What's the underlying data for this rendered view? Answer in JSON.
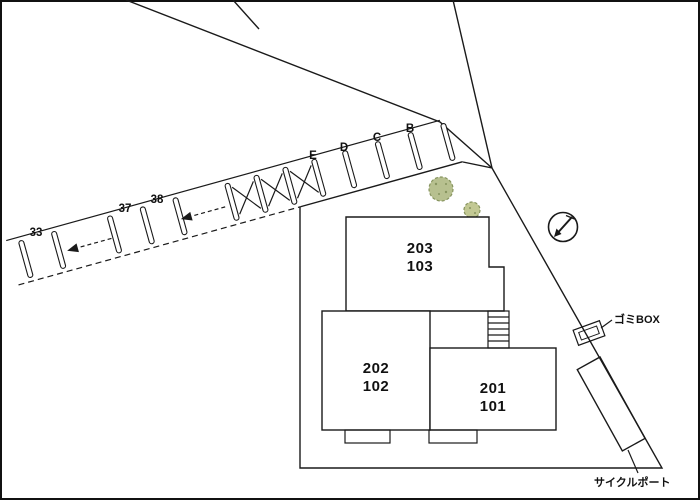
{
  "site_plan": {
    "parking": {
      "numbers": [
        "33",
        "37",
        "38"
      ],
      "letters": [
        "E",
        "D",
        "C",
        "B"
      ]
    },
    "units": [
      {
        "upper": "203",
        "lower": "103"
      },
      {
        "upper": "202",
        "lower": "102"
      },
      {
        "upper": "201",
        "lower": "101"
      }
    ],
    "annotations": {
      "garbage_box": "ゴミBOX",
      "cycle_port": "サイクルポート"
    },
    "colors": {
      "line": "#1a1a1a",
      "tree_fill": "#b7c08f",
      "tree_stroke": "#87945f"
    }
  }
}
